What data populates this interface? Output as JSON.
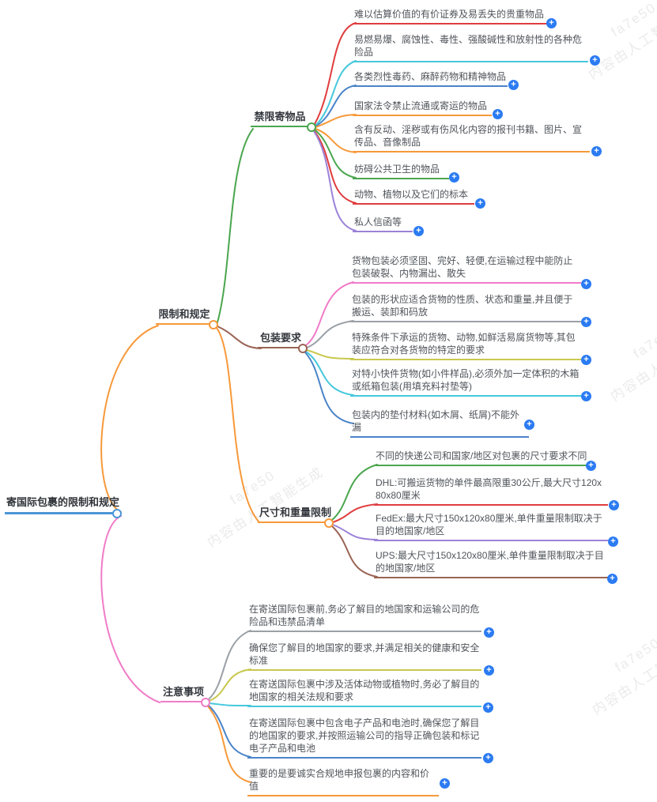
{
  "watermark": {
    "code": "fa7e50",
    "text": "内容由人工智能生成"
  },
  "icons": {
    "expand_label": "+"
  },
  "palette": {
    "root_blue": "#4b96d6",
    "orange": "#f7993a",
    "pink": "#f07cc8",
    "green": "#4aa64e",
    "brown": "#9a6354",
    "red": "#e03c3e",
    "cyan": "#46c8dc",
    "blue": "#4a84c8",
    "purple": "#9c82d8",
    "gray": "#9aa0a6",
    "olive": "#c8c850",
    "expand_button": "#2b7bf2"
  },
  "mindmap": {
    "root": {
      "label": "寄国际包裹的限制和规定"
    },
    "branches": [
      {
        "label": "限制和规定",
        "topics": [
          {
            "label": "禁限寄物品",
            "items": [
              {
                "label": "难以估算价值的有价证券及易丢失的贵重物品"
              },
              {
                "label": "易燃易爆、腐蚀性、毒性、强酸碱性和放射性的各种危险品"
              },
              {
                "label": "各类烈性毒药、麻醉药物和精神物品"
              },
              {
                "label": "国家法令禁止流通或寄运的物品"
              },
              {
                "label": "含有反动、淫秽或有伤风化内容的报刊书籍、图片、宣传品、音像制品"
              },
              {
                "label": "妨碍公共卫生的物品"
              },
              {
                "label": "动物、植物以及它们的标本"
              },
              {
                "label": "私人信函等"
              }
            ]
          },
          {
            "label": "包装要求",
            "items": [
              {
                "label": "货物包装必须坚固、完好、轻便,在运输过程中能防止包装破裂、内物漏出、散失"
              },
              {
                "label": "包装的形状应适合货物的性质、状态和重量,并且便于搬运、装卸和码放"
              },
              {
                "label": "特殊条件下承运的货物、动物,如鲜活易腐货物等,其包装应符合对各货物的特定的要求"
              },
              {
                "label": "对特小快件货物(如小件样品),必须外加一定体积的木箱或纸箱包装(用填充料衬垫等)"
              },
              {
                "label": "包装内的垫付材料(如木屑、纸屑)不能外漏"
              }
            ]
          },
          {
            "label": "尺寸和重量限制",
            "items": [
              {
                "label": "不同的快递公司和国家/地区对包裹的尺寸要求不同"
              },
              {
                "label": "DHL:可搬运货物的单件最高限重30公斤,最大尺寸120x80x80厘米"
              },
              {
                "label": "FedEx:最大尺寸150x120x80厘米,单件重量限制取决于目的地国家/地区"
              },
              {
                "label": "UPS:最大尺寸150x120x80厘米,单件重量限制取决于目的地国家/地区"
              }
            ]
          }
        ]
      },
      {
        "label": "注意事项",
        "items": [
          {
            "label": "在寄送国际包裹前,务必了解目的地国家和运输公司的危险品和违禁品清单"
          },
          {
            "label": "确保您了解目的地国家的要求,并满足相关的健康和安全标准"
          },
          {
            "label": "在寄送国际包裹中涉及活体动物或植物时,务必了解目的地国家的相关法规和要求"
          },
          {
            "label": "在寄送国际包裹中包含电子产品和电池时,确保您了解目的地国家的要求,并按照运输公司的指导正确包装和标记电子产品和电池"
          },
          {
            "label": "重要的是要诚实合规地申报包裹的内容和价值"
          }
        ]
      }
    ]
  }
}
